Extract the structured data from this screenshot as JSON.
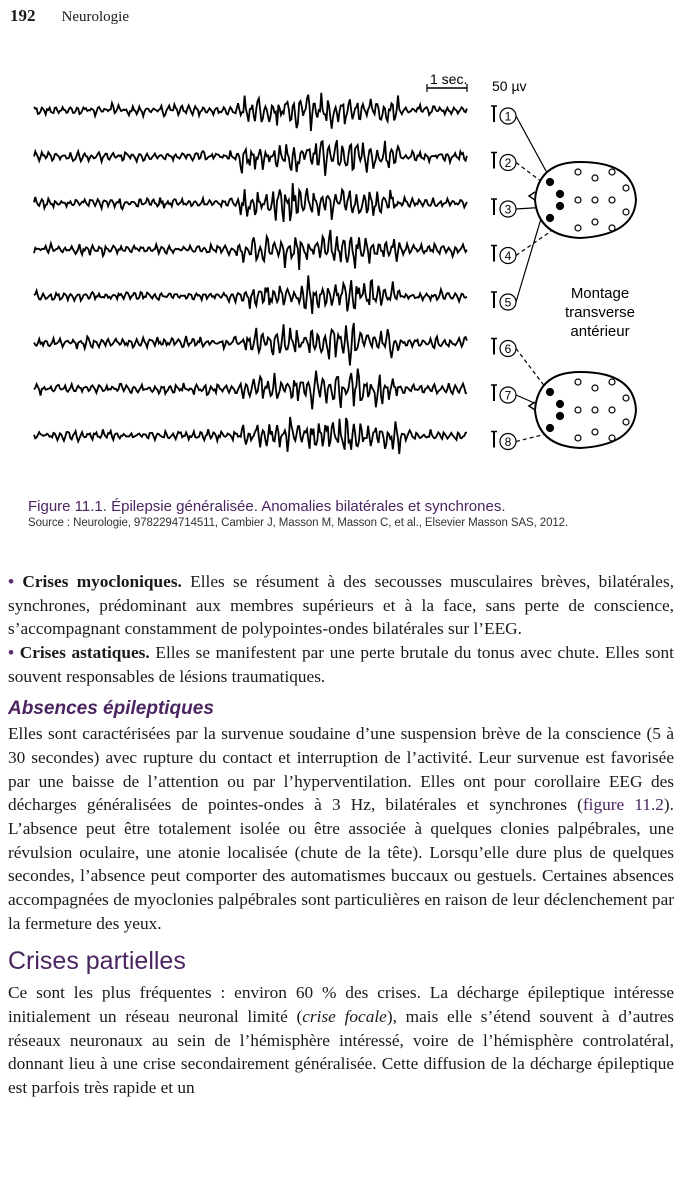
{
  "header": {
    "page_number": "192",
    "running_title": "Neurologie"
  },
  "figure": {
    "scale_time": "1 sec.",
    "scale_amp": "50 µv",
    "channels": [
      "1",
      "2",
      "3",
      "4",
      "5",
      "6",
      "7",
      "8"
    ],
    "montage_label": [
      "Montage",
      "transverse",
      "antérieur"
    ],
    "caption_label": "Figure 11.1.",
    "caption_text": "Épilepsie généralisée. Anomalies bilatérales et synchrones.",
    "source": "Source : Neurologie, 9782294714511, Cambier J, Masson M, Masson C, et al., Elsevier Masson SAS, 2012."
  },
  "content": {
    "bullet1_lead": "Crises myocloniques.",
    "bullet1_text": " Elles se résument à des secousses musculaires brèves, bilatérales, synchrones, prédominant aux membres supérieurs et à la face, sans perte de conscience, s’accompagnant constamment de polypointes-ondes bilatérales sur l’EEG.",
    "bullet2_lead": "Crises astatiques.",
    "bullet2_text": " Elles se manifestent par une perte brutale du tonus avec chute. Elles sont souvent responsables de lésions traumatiques.",
    "subheading": "Absences épileptiques",
    "para1_a": "Elles sont caractérisées par la survenue soudaine d’une suspension brève de la conscience (5 à 30 secondes) avec rupture du contact et interruption de l’activité. Leur survenue est favorisée par une baisse de l’attention ou par l’hyperventilation. Elles ont pour corollaire EEG des décharges généralisées de pointes-ondes à 3 Hz, bilatérales et synchrones (",
    "para1_link": "figure 11.2",
    "para1_b": "). L’absence peut être totalement isolée ou être associée à quelques clonies palpébrales, une révulsion oculaire, une atonie localisée (chute de la tête). Lorsqu’elle dure plus de quelques secondes, l’absence peut comporter des automatismes buccaux ou gestuels. Certaines absences accompagnées de myoclonies palpébrales sont particulières en raison de leur déclenchement par la fermeture des yeux.",
    "section_heading": "Crises partielles",
    "para2_a": "Ce sont les plus fréquentes : environ 60 % des crises. La décharge épileptique intéresse initialement un réseau neuronal limité (",
    "para2_it": "crise focale",
    "para2_b": "), mais elle s’étend souvent à d’autres réseaux neuronaux au sein de l’hémisphère intéressé, voire de l’hémisphère controlatéral, donnant lieu à une crise secondairement généralisée. Cette diffusion de la décharge épileptique est parfois très rapide et un"
  }
}
